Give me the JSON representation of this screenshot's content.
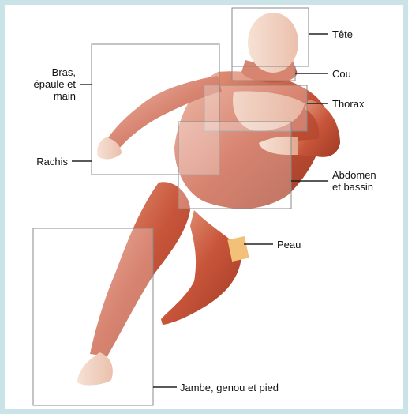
{
  "labels": {
    "head": "Tête",
    "neck": "Cou",
    "thorax": "Thorax",
    "arm": "Bras,\népaule et\nmain",
    "spine": "Rachis",
    "abdomen": "Abdomen\net bassin",
    "skin": "Peau",
    "leg": "Jambe, genou et pied"
  },
  "colors": {
    "muscle": "#c8553a",
    "muscle_dark": "#9e3a24",
    "highlight": "#f0c9b0",
    "skin_patch": "#f3c07a",
    "leader_line": "#222222"
  }
}
